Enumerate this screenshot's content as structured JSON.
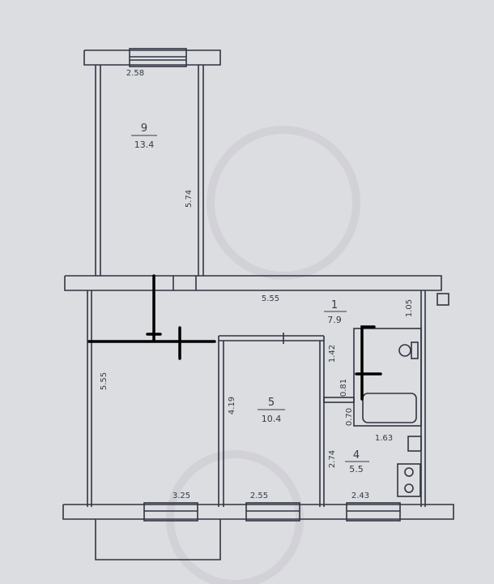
{
  "plan": {
    "paper_color": "#dcdde0",
    "wall_color": "#2f3542",
    "mark_color": "#000000",
    "rooms": [
      {
        "id": "room-9",
        "number": "9",
        "area": "13.4"
      },
      {
        "id": "room-1",
        "number": "1",
        "area": "7.9"
      },
      {
        "id": "room-5",
        "number": "5",
        "area": "10.4"
      },
      {
        "id": "room-4",
        "number": "4",
        "area": "5.5"
      }
    ],
    "dimensions": {
      "top_width": "2.58",
      "room9_height": "5.74",
      "corridor_width": "5.55",
      "left_height": "5.55",
      "room5_height": "4.19",
      "bottom_left": "3.25",
      "bottom_mid": "2.55",
      "bottom_right": "2.43",
      "bath_top": "1.42",
      "bath_small": "0.81",
      "bath_height": "0.70",
      "bath_width": "1.63",
      "kitchen_height": "2.74",
      "right_small": "1.05"
    }
  }
}
